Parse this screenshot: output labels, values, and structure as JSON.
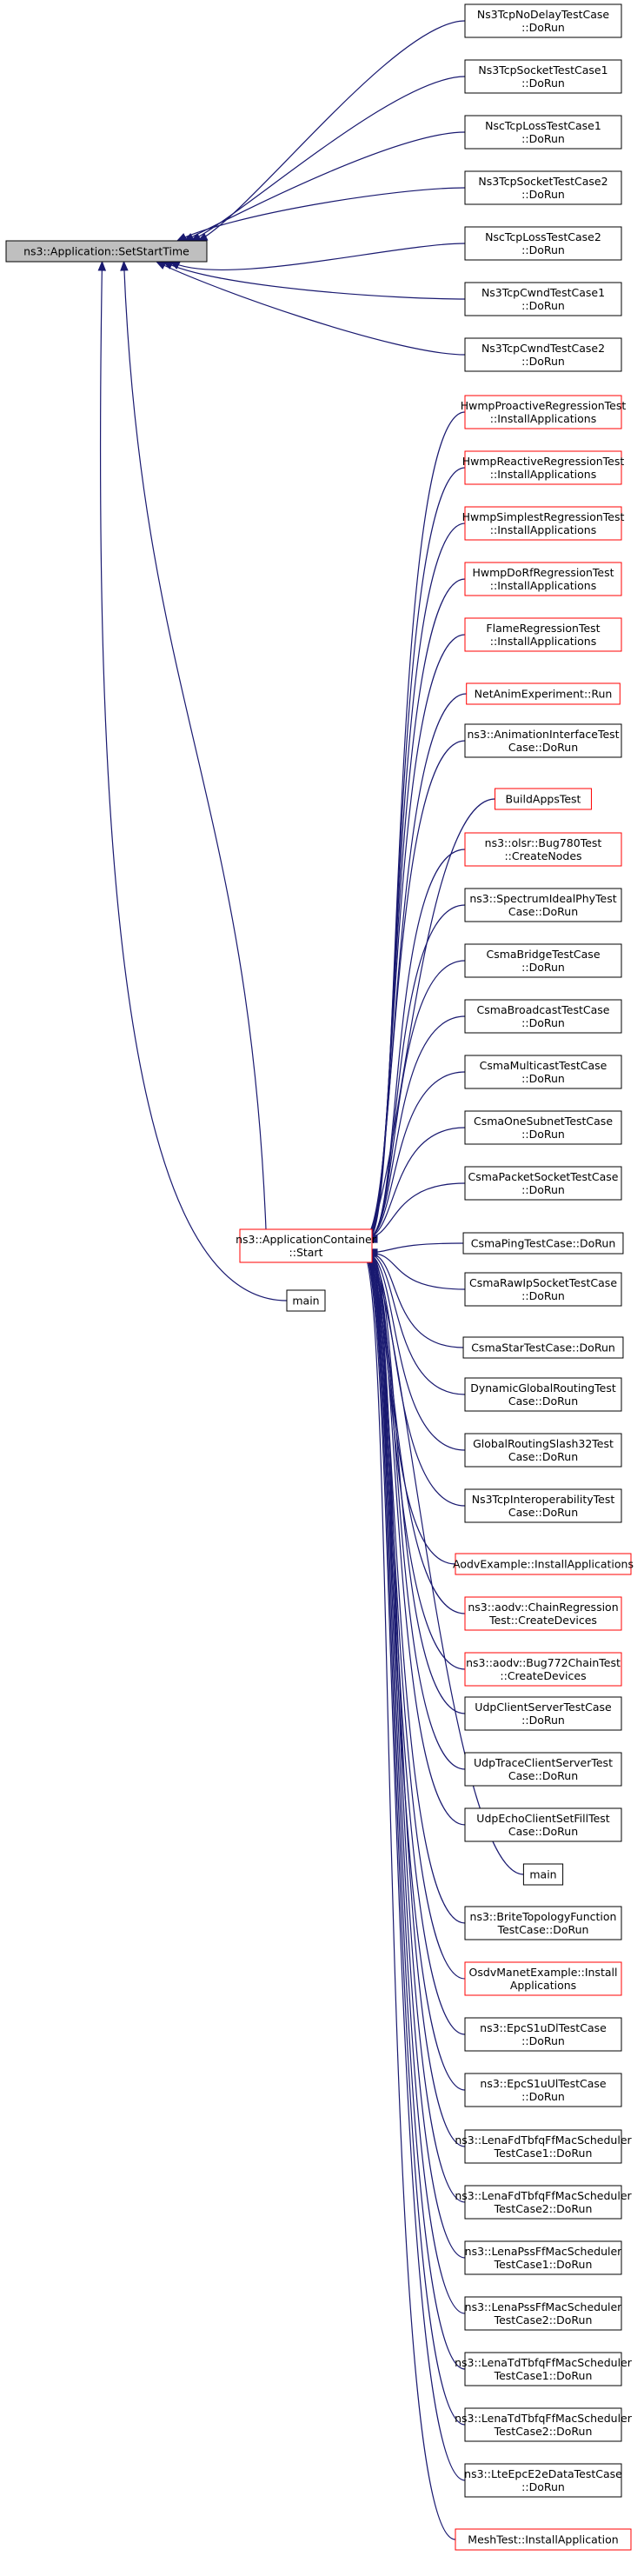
{
  "root": {
    "lines": [
      "ns3::Application::SetStartTime"
    ],
    "style": "root"
  },
  "mid": {
    "lines": [
      "ns3::ApplicationContainer",
      "::Start"
    ],
    "style": "red"
  },
  "main_mid": {
    "lines": [
      "main"
    ],
    "style": "black"
  },
  "direct_callers": [
    {
      "lines": [
        "Ns3TcpNoDelayTestCase",
        "::DoRun"
      ],
      "style": "black"
    },
    {
      "lines": [
        "Ns3TcpSocketTestCase1",
        "::DoRun"
      ],
      "style": "black"
    },
    {
      "lines": [
        "NscTcpLossTestCase1",
        "::DoRun"
      ],
      "style": "black"
    },
    {
      "lines": [
        "Ns3TcpSocketTestCase2",
        "::DoRun"
      ],
      "style": "black"
    },
    {
      "lines": [
        "NscTcpLossTestCase2",
        "::DoRun"
      ],
      "style": "black"
    },
    {
      "lines": [
        "Ns3TcpCwndTestCase1",
        "::DoRun"
      ],
      "style": "black"
    },
    {
      "lines": [
        "Ns3TcpCwndTestCase2",
        "::DoRun"
      ],
      "style": "black"
    }
  ],
  "container_callers": [
    {
      "lines": [
        "HwmpProactiveRegressionTest",
        "::InstallApplications"
      ],
      "style": "red"
    },
    {
      "lines": [
        "HwmpReactiveRegressionTest",
        "::InstallApplications"
      ],
      "style": "red"
    },
    {
      "lines": [
        "HwmpSimplestRegressionTest",
        "::InstallApplications"
      ],
      "style": "red"
    },
    {
      "lines": [
        "HwmpDoRfRegressionTest",
        "::InstallApplications"
      ],
      "style": "red"
    },
    {
      "lines": [
        "FlameRegressionTest",
        "::InstallApplications"
      ],
      "style": "red"
    },
    {
      "lines": [
        "NetAnimExperiment::Run"
      ],
      "style": "red"
    },
    {
      "lines": [
        "ns3::AnimationInterfaceTest",
        "Case::DoRun"
      ],
      "style": "black"
    },
    {
      "lines": [
        "BuildAppsTest"
      ],
      "style": "red"
    },
    {
      "lines": [
        "ns3::olsr::Bug780Test",
        "::CreateNodes"
      ],
      "style": "red"
    },
    {
      "lines": [
        "ns3::SpectrumIdealPhyTest",
        "Case::DoRun"
      ],
      "style": "black"
    },
    {
      "lines": [
        "CsmaBridgeTestCase",
        "::DoRun"
      ],
      "style": "black"
    },
    {
      "lines": [
        "CsmaBroadcastTestCase",
        "::DoRun"
      ],
      "style": "black"
    },
    {
      "lines": [
        "CsmaMulticastTestCase",
        "::DoRun"
      ],
      "style": "black"
    },
    {
      "lines": [
        "CsmaOneSubnetTestCase",
        "::DoRun"
      ],
      "style": "black"
    },
    {
      "lines": [
        "CsmaPacketSocketTestCase",
        "::DoRun"
      ],
      "style": "black"
    },
    {
      "lines": [
        "CsmaPingTestCase::DoRun"
      ],
      "style": "black"
    },
    {
      "lines": [
        "CsmaRawIpSocketTestCase",
        "::DoRun"
      ],
      "style": "black"
    },
    {
      "lines": [
        "CsmaStarTestCase::DoRun"
      ],
      "style": "black"
    },
    {
      "lines": [
        "DynamicGlobalRoutingTest",
        "Case::DoRun"
      ],
      "style": "black"
    },
    {
      "lines": [
        "GlobalRoutingSlash32Test",
        "Case::DoRun"
      ],
      "style": "black"
    },
    {
      "lines": [
        "Ns3TcpInteroperabilityTest",
        "Case::DoRun"
      ],
      "style": "black"
    },
    {
      "lines": [
        "AodvExample::InstallApplications"
      ],
      "style": "red"
    },
    {
      "lines": [
        "ns3::aodv::ChainRegression",
        "Test::CreateDevices"
      ],
      "style": "red"
    },
    {
      "lines": [
        "ns3::aodv::Bug772ChainTest",
        "::CreateDevices"
      ],
      "style": "red"
    },
    {
      "lines": [
        "UdpClientServerTestCase",
        "::DoRun"
      ],
      "style": "black"
    },
    {
      "lines": [
        "UdpTraceClientServerTest",
        "Case::DoRun"
      ],
      "style": "black"
    },
    {
      "lines": [
        "UdpEchoClientSetFillTest",
        "Case::DoRun"
      ],
      "style": "black"
    },
    {
      "lines": [
        "main"
      ],
      "style": "black"
    },
    {
      "lines": [
        "ns3::BriteTopologyFunction",
        "TestCase::DoRun"
      ],
      "style": "black"
    },
    {
      "lines": [
        "OsdvManetExample::Install",
        "Applications"
      ],
      "style": "red"
    },
    {
      "lines": [
        "ns3::EpcS1uDlTestCase",
        "::DoRun"
      ],
      "style": "black"
    },
    {
      "lines": [
        "ns3::EpcS1uUlTestCase",
        "::DoRun"
      ],
      "style": "black"
    },
    {
      "lines": [
        "ns3::LenaFdTbfqFfMacScheduler",
        "TestCase1::DoRun"
      ],
      "style": "black"
    },
    {
      "lines": [
        "ns3::LenaFdTbfqFfMacScheduler",
        "TestCase2::DoRun"
      ],
      "style": "black"
    },
    {
      "lines": [
        "ns3::LenaPssFfMacScheduler",
        "TestCase1::DoRun"
      ],
      "style": "black"
    },
    {
      "lines": [
        "ns3::LenaPssFfMacScheduler",
        "TestCase2::DoRun"
      ],
      "style": "black"
    },
    {
      "lines": [
        "ns3::LenaTdTbfqFfMacScheduler",
        "TestCase1::DoRun"
      ],
      "style": "black"
    },
    {
      "lines": [
        "ns3::LenaTdTbfqFfMacScheduler",
        "TestCase2::DoRun"
      ],
      "style": "black"
    },
    {
      "lines": [
        "ns3::LteEpcE2eDataTestCase",
        "::DoRun"
      ],
      "style": "black"
    },
    {
      "lines": [
        "MeshTest::InstallApplication"
      ],
      "style": "red"
    }
  ],
  "colors": {
    "edge": "#191970",
    "root_fill": "#bfbfbf",
    "border_black": "#000000",
    "border_red": "#ff0000",
    "node_fill": "#ffffff"
  }
}
